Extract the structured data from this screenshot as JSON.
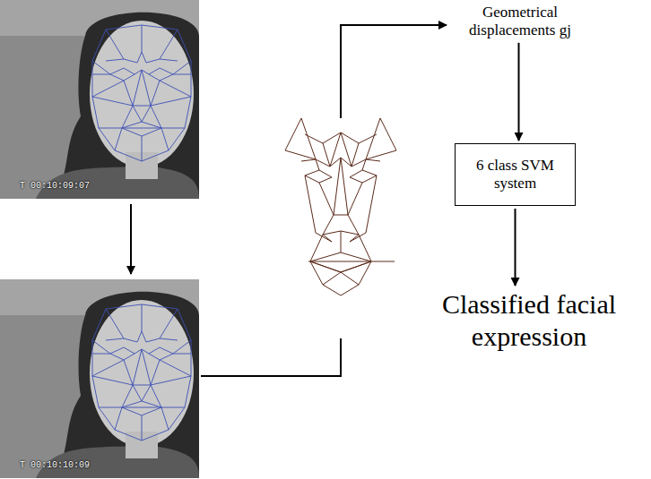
{
  "diagram": {
    "nodes": [
      {
        "text": [
          "Geometrical displacements gj"
        ]
      },
      {
        "text": [
          "6 class SVM system"
        ]
      },
      {
        "text": [
          "Classified facial expression"
        ]
      }
    ],
    "edges": [
      {
        "from": 0,
        "to": 1,
        "arrow": "to"
      },
      {
        "from": 1,
        "to": 2,
        "arrow": "to"
      }
    ],
    "labels": [
      "T 00:10:09:07",
      "T 00:10:10:09"
    ]
  }
}
